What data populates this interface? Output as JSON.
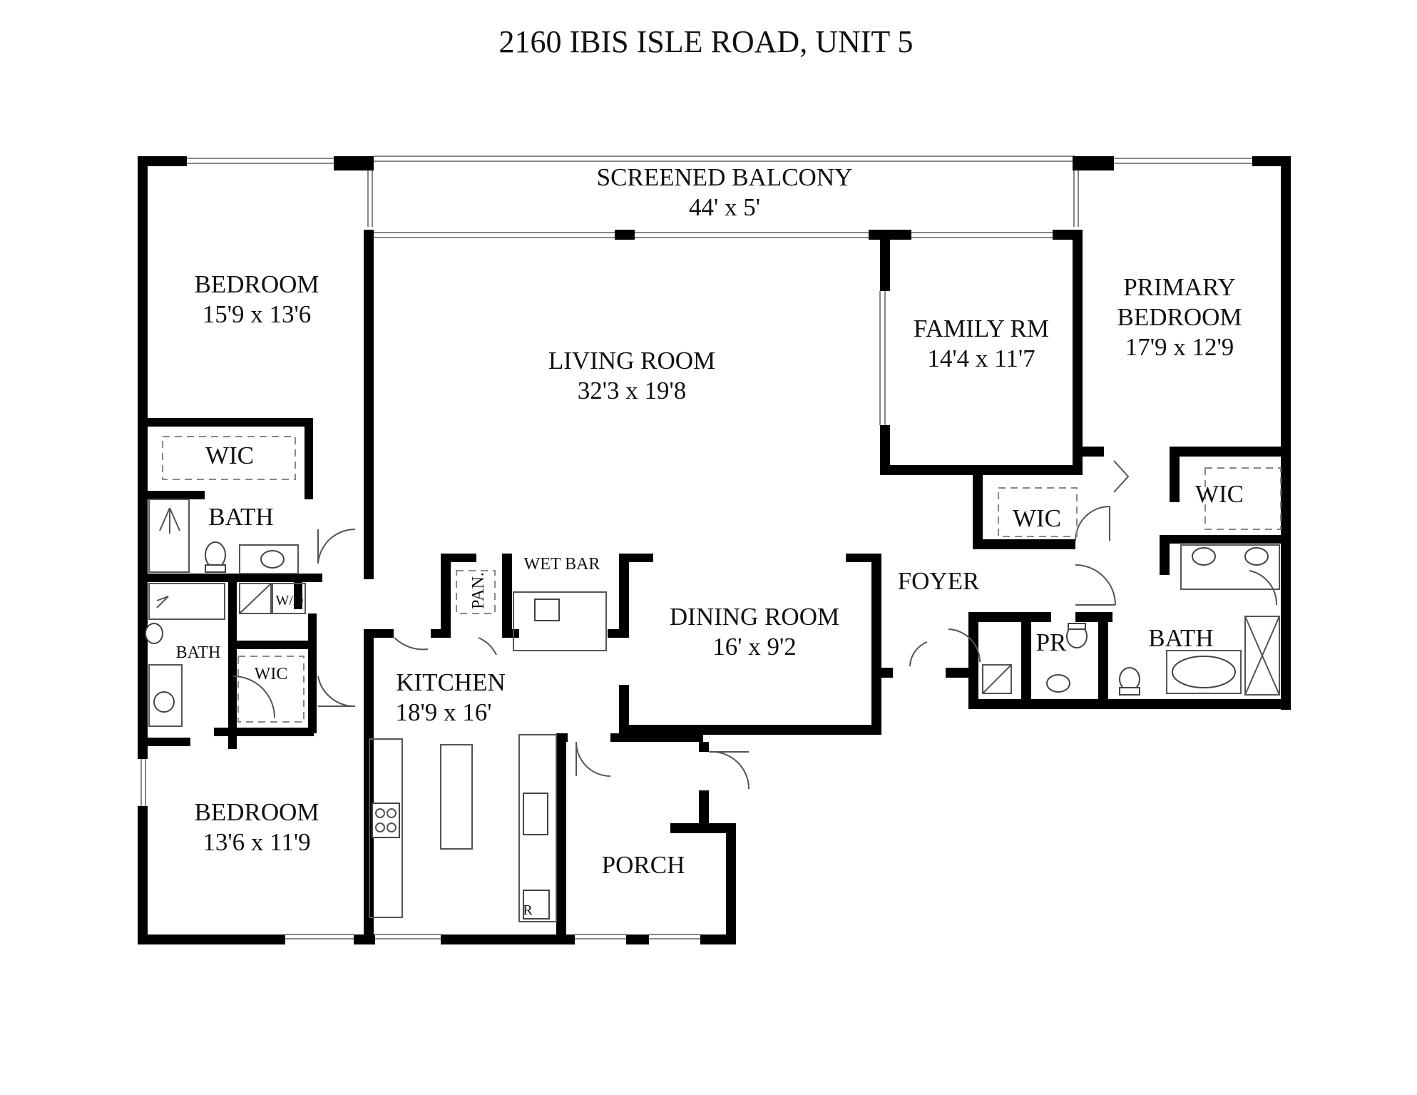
{
  "title": "2160 IBIS ISLE ROAD, UNIT 5",
  "rooms": {
    "balcony": {
      "name": "SCREENED BALCONY",
      "size": "44' x 5'"
    },
    "bedroom_top": {
      "name": "BEDROOM",
      "size": "15'9 x 13'6"
    },
    "living": {
      "name": "LIVING ROOM",
      "size": "32'3 x 19'8"
    },
    "family": {
      "name": "FAMILY RM",
      "size": "14'4 x 11'7"
    },
    "primary": {
      "name1": "PRIMARY",
      "name2": "BEDROOM",
      "size": "17'9 x 12'9"
    },
    "wic_left": {
      "name": "WIC"
    },
    "bath_left": {
      "name": "BATH"
    },
    "wd": {
      "name": "W/D"
    },
    "bath_small": {
      "name": "BATH"
    },
    "wic_small": {
      "name": "WIC"
    },
    "pantry": {
      "name": "PAN."
    },
    "wet_bar": {
      "name": "WET BAR"
    },
    "kitchen": {
      "name": "KITCHEN",
      "size": "18'9 x 16'"
    },
    "refrigerator": {
      "name": "R"
    },
    "dining": {
      "name": "DINING ROOM",
      "size": "16' x 9'2"
    },
    "foyer": {
      "name": "FOYER"
    },
    "wic_center": {
      "name": "WIC"
    },
    "wic_right": {
      "name": "WIC"
    },
    "powder": {
      "name": "PR"
    },
    "bath_primary": {
      "name": "BATH"
    },
    "bedroom_bottom": {
      "name": "BEDROOM",
      "size": "13'6 x 11'9"
    },
    "porch": {
      "name": "PORCH"
    }
  }
}
